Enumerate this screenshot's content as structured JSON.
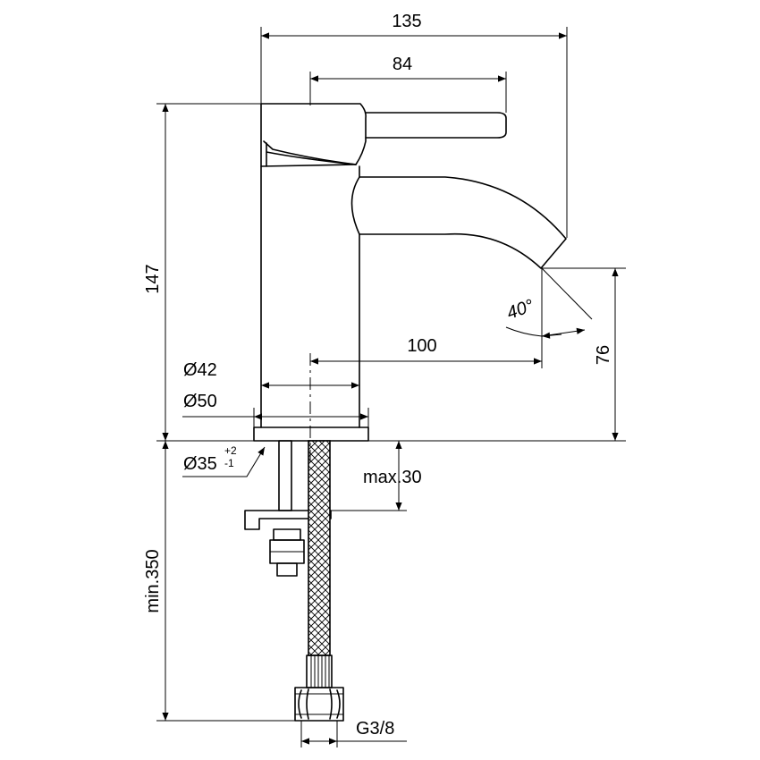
{
  "dimensions": {
    "overall_width": "135",
    "lever_length": "84",
    "overall_height": "147",
    "spout_reach": "100",
    "spout_height": "76",
    "spout_angle": "40°",
    "body_diameter": "Ø42",
    "base_diameter": "Ø50",
    "hole_diameter": "Ø35",
    "hole_tol_plus": "+2",
    "hole_tol_minus": "-1",
    "max_deck": "max.30",
    "min_hose": "min.350",
    "thread": "G3/8"
  }
}
